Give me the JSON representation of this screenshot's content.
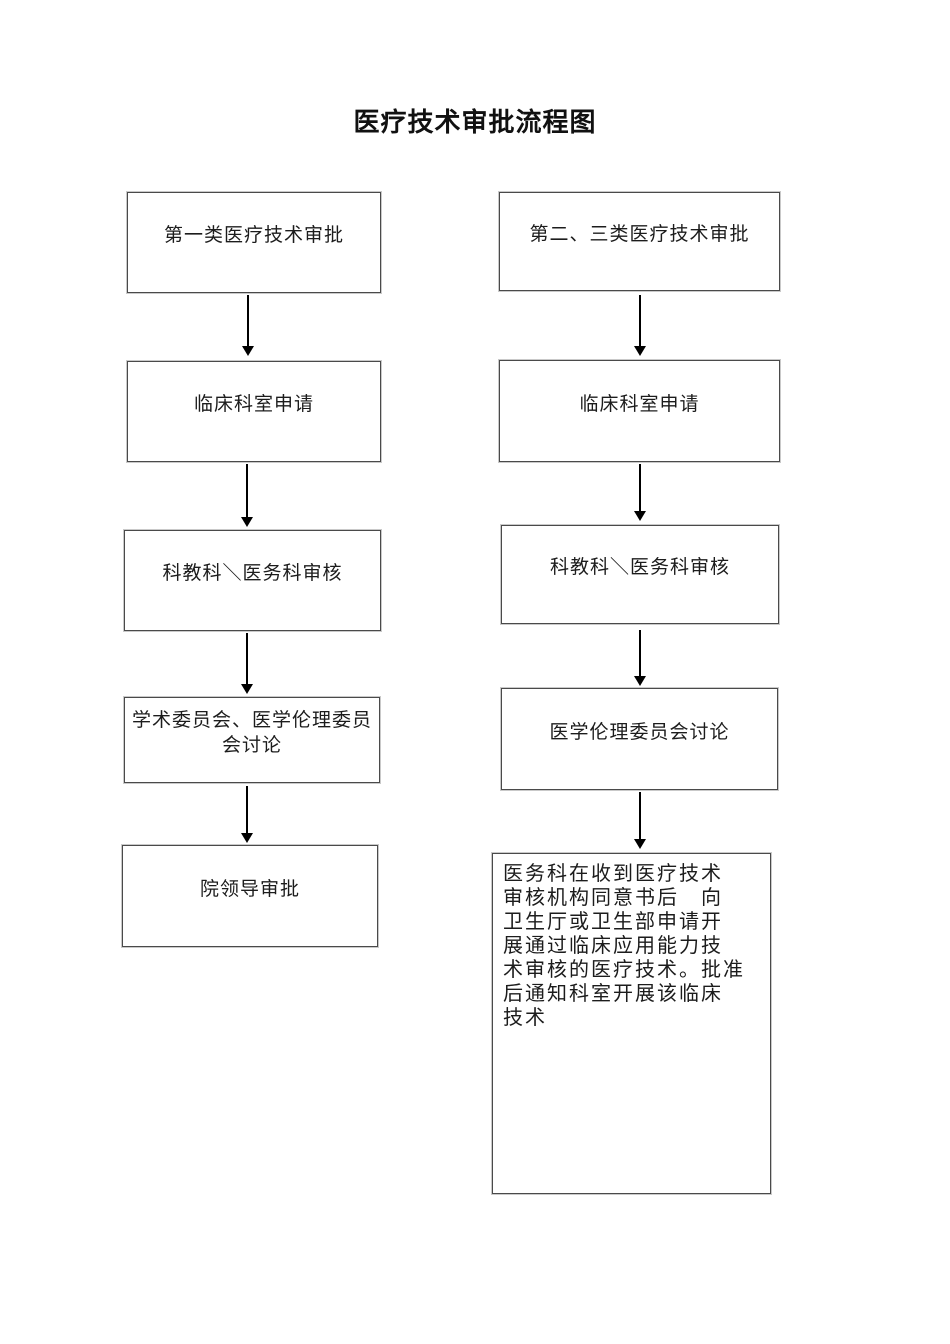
{
  "page": {
    "title": "医疗技术审批流程图"
  },
  "flow": {
    "left": {
      "steps": [
        {
          "label": "第一类医疗技术审批"
        },
        {
          "label": "临床科室申请"
        },
        {
          "label": "科教科＼医务科审核"
        },
        {
          "label": "学术委员会、医学伦理委员\n会讨论"
        },
        {
          "label": "院领导审批"
        }
      ]
    },
    "right": {
      "steps": [
        {
          "label": "第二、三类医疗技术审批"
        },
        {
          "label": "临床科室申请"
        },
        {
          "label": "科教科＼医务科审核"
        },
        {
          "label": "医学伦理委员会讨论"
        },
        {
          "label": "医务科在收到医疗技术\n审核机构同意书后　向\n卫生厅或卫生部申请开\n展通过临床应用能力技\n术审核的医疗技术。批准\n后通知科室开展该临床\n技术"
        }
      ]
    }
  },
  "colors": {
    "background": "#ffffff",
    "box_border": "#4a4a4a",
    "text": "#1c1c1c",
    "arrow": "#000000"
  }
}
